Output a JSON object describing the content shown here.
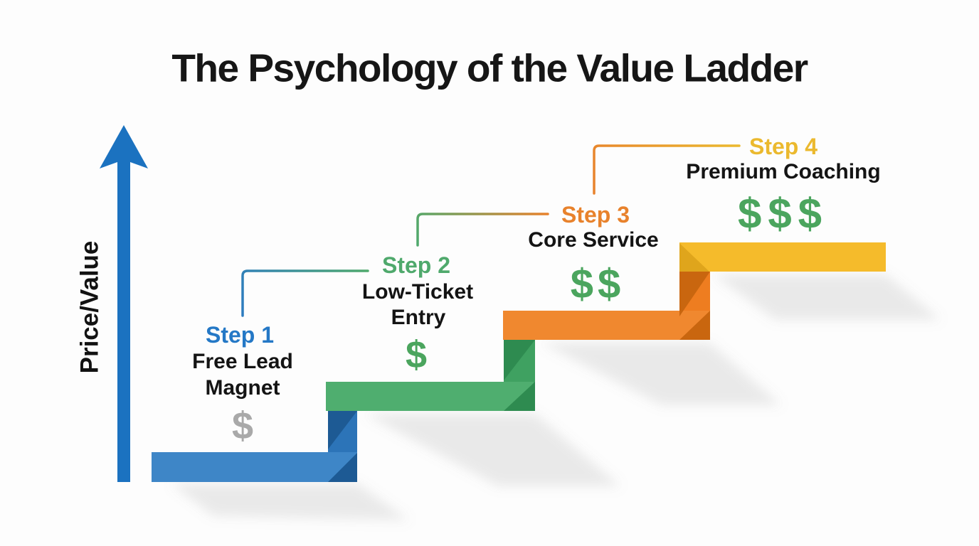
{
  "title": "The Psychology of the Value Ladder",
  "axis": {
    "label": "Price/Value",
    "arrow_color": "#1B72C0"
  },
  "steps": [
    {
      "label": "Step 1",
      "label_color": "#2478C6",
      "name_lines": [
        "Free Lead",
        "Magnet"
      ],
      "price": "$",
      "price_color": "#A9A9A9",
      "tread_color": "#3E86C7",
      "riser_color": "#2C74B8",
      "fold_color": "#1D5A94"
    },
    {
      "label": "Step 2",
      "label_color": "#4FA96C",
      "name_lines": [
        "Low-Ticket",
        "Entry"
      ],
      "price": "$",
      "price_color": "#4BA55E",
      "tread_color": "#4FAE6F",
      "riser_color": "#3FA161",
      "fold_color": "#2E8B50"
    },
    {
      "label": "Step 3",
      "label_color": "#E8822C",
      "name_lines": [
        "Core Service"
      ],
      "price": "$$",
      "price_color": "#4BA55E",
      "tread_color": "#F0882F",
      "riser_color": "#EE7D20",
      "fold_color": "#C9660F"
    },
    {
      "label": "Step 4",
      "label_color": "#EBB92E",
      "name_lines": [
        "Premium Coaching"
      ],
      "price": "$$$",
      "price_color": "#4BA55E",
      "tread_color": "#F5BB2B",
      "fold_color": "#DFA51C"
    }
  ],
  "connectors": [
    {
      "from": "Step 1",
      "to": "Step 2",
      "from_color": "#2D7CC0",
      "to_color": "#4FA96C"
    },
    {
      "from": "Step 2",
      "to": "Step 3",
      "from_color": "#4FA96C",
      "to_color": "#E8822C"
    },
    {
      "from": "Step 3",
      "to": "Step 4",
      "from_color": "#E8822C",
      "to_color": "#EBB92E"
    }
  ]
}
